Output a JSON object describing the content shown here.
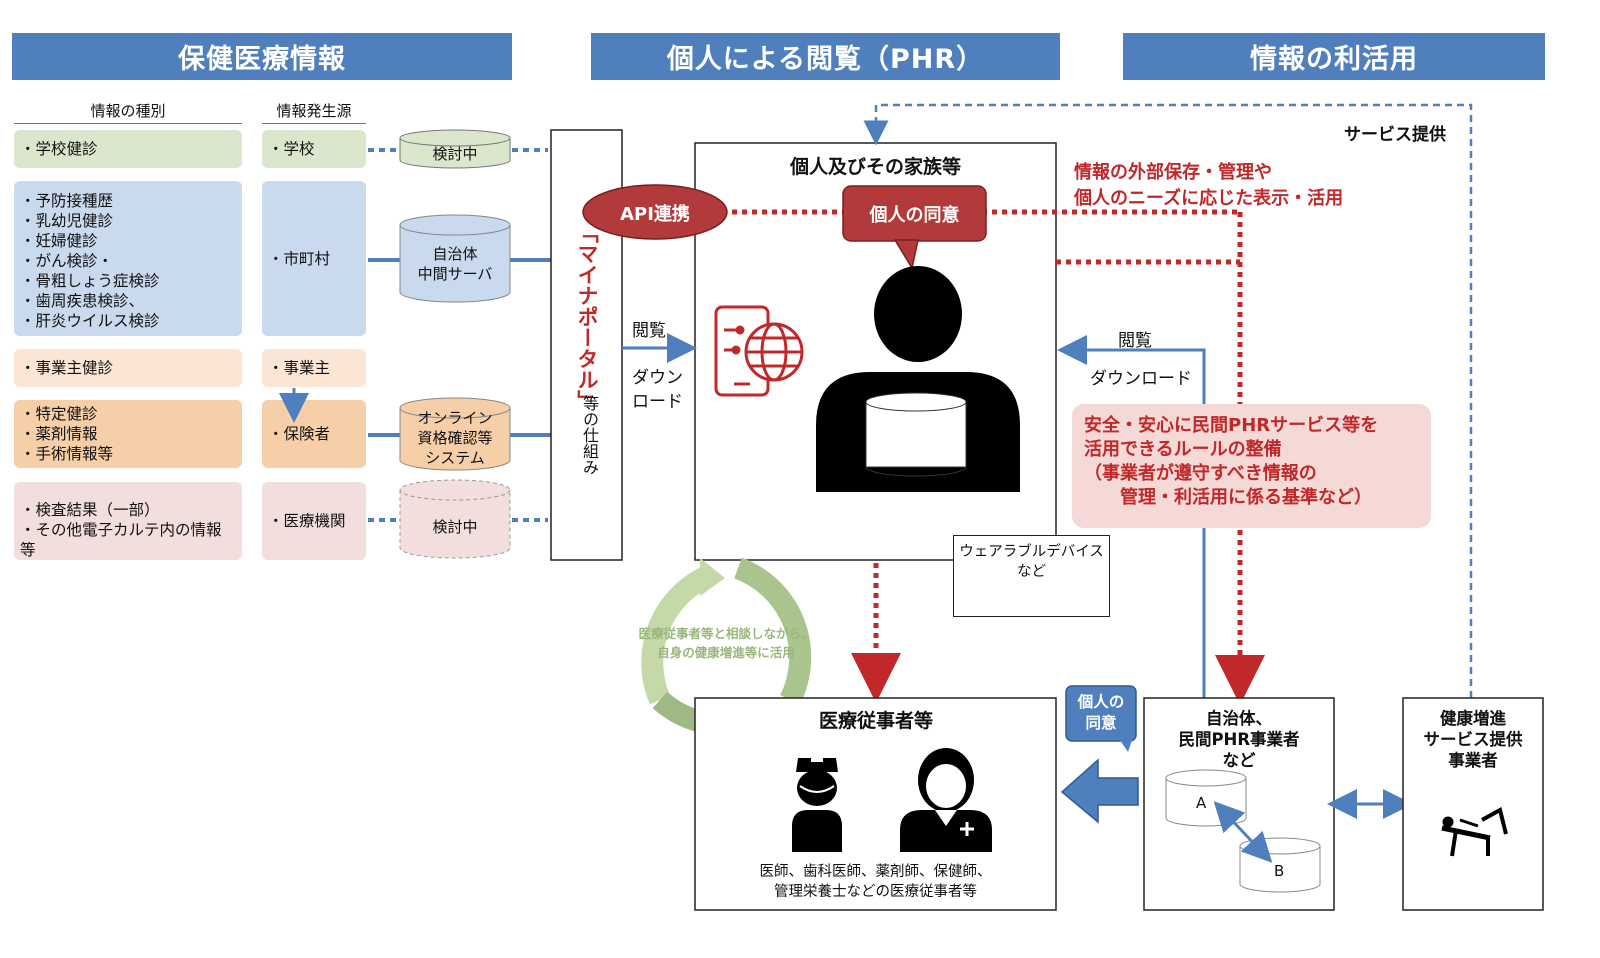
{
  "headers": {
    "health_info": "保健医療情報",
    "phr": "個人による閲覧（PHR）",
    "utilization": "情報の利活用"
  },
  "columns": {
    "info_type": "情報の種別",
    "info_source": "情報発生源"
  },
  "info_types": {
    "school": [
      "・学校健診"
    ],
    "municipal": [
      "・予防接種歴",
      "・乳幼児健診",
      "・妊婦健診",
      "・がん検診・",
      "・骨粗しょう症検診",
      "・歯周疾患検診、",
      "・肝炎ウイルス検診"
    ],
    "employer": [
      "・事業主健診"
    ],
    "insurer": [
      "・特定健診",
      "・薬剤情報",
      "・手術情報等"
    ],
    "medical": [
      "・検査結果（一部）",
      "・その他電子カルテ内の情報　等"
    ]
  },
  "sources": {
    "school": "・学校",
    "municipal": "・市町村",
    "employer": "・事業主",
    "insurer": "・保険者",
    "medical": "・医療機関"
  },
  "databases": {
    "school": "検討中",
    "municipal": "自治体\n中間サーバ",
    "insurer": "オンライン\n資格確認等\nシステム",
    "medical": "検討中"
  },
  "portal": {
    "name": "「マイナポータル」",
    "suffix": "等の仕組み",
    "api": "API連携"
  },
  "individual": {
    "title": "個人及びその家族等",
    "consent": "個人の同意",
    "view_left": "閲覧",
    "download_left": "ダウン\nロード",
    "view_right": "閲覧",
    "download_right": "ダウンロード"
  },
  "wearable": {
    "label": "ウェアラブルデバイス\nなど",
    "icon": "wearable-icon"
  },
  "service": {
    "label": "サービス提供",
    "red_text": "情報の外部保存・管理や\n個人のニーズに応じた表示・活用",
    "rule_box": "安全・安心に民間PHRサービス等を\n活用できるルールの整備\n（事業者が遵守すべき情報の\n　　管理・利活用に係る基準など）"
  },
  "cycle": {
    "text": "医療従事者等と相談しながら、\n自身の健康増進等に活用"
  },
  "medical_staff": {
    "title": "医療従事者等",
    "caption": "医師、歯科医師、薬剤師、保健師、\n管理栄養士などの医療従事者等"
  },
  "consent2": "個人の\n同意",
  "phr_operator": {
    "title": "自治体、\n民間PHR事業者\nなど",
    "db_a": "A",
    "db_b": "B"
  },
  "health_service": {
    "title": "健康増進\nサービス提供\n事業者"
  },
  "colors": {
    "header": "#4f7fbd",
    "line_blue": "#4f7fbd",
    "red": "#c0282a",
    "api_red": "#b33a3a",
    "cycle_green": "#a9c48d"
  }
}
